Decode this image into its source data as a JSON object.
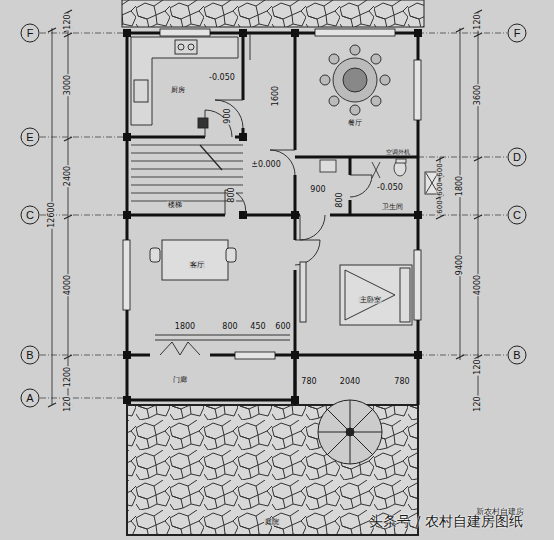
{
  "diagram": {
    "labels": [
      "F",
      "E",
      "C",
      "B",
      "A",
      "F",
      "D",
      "C",
      "B",
      "120",
      "3000",
      "2400",
      "4000",
      "1200",
      "120",
      "12600",
      "120",
      "3600",
      "1800",
      "600",
      "600",
      "600",
      "9400",
      "4000",
      "120",
      "120",
      "1600",
      "900",
      "-0.050",
      "±0.000",
      "800",
      "900",
      "800",
      "-0.050",
      "1800",
      "800",
      "450",
      "600",
      "780",
      "2040",
      "780",
      "厨房",
      "餐厅",
      "楼梯",
      "客厅",
      "主卧室",
      "卫生间",
      "门廊",
      "庭院",
      "空调外机",
      "头条号 / 农村自建房图纸",
      "新农村自建房"
    ]
  }
}
